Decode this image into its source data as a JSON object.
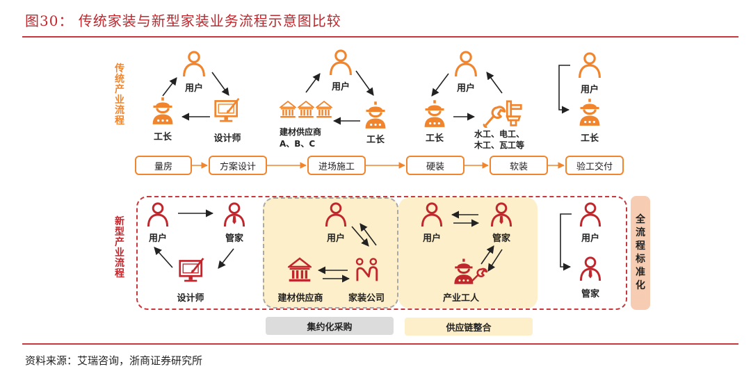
{
  "figure": {
    "title": "图30：  传统家装与新型家装业务流程示意图比较",
    "source": "资料来源：艾瑞咨询，浙商证券研究所"
  },
  "colors": {
    "accent_red": "#c0272d",
    "traditional_orange": "#f0852d",
    "highlight_yellow": "#fdefc9",
    "highlight_gray": "#dcdcdc",
    "side_bar_peach": "#f6cdb2"
  },
  "traditional": {
    "label": "传统产业流程",
    "label_chars": [
      "传",
      "统",
      "产",
      "业",
      "流",
      "程"
    ],
    "groups": [
      {
        "nodes": [
          {
            "label": "用户",
            "icon": "user-icon"
          },
          {
            "label": "设计师",
            "icon": "monitor-design-icon"
          },
          {
            "label": "工长",
            "icon": "foreman-icon"
          }
        ],
        "flow": [
          "工长 → 用户",
          "用户 → 设计师",
          "设计师 → 工长"
        ]
      },
      {
        "nodes": [
          {
            "label": "用户",
            "icon": "user-icon"
          },
          {
            "label": "工长",
            "icon": "foreman-icon"
          },
          {
            "label": "建材供应商",
            "sublabel": "A、B、C",
            "icon": "building-supplier-icon"
          }
        ],
        "flow": [
          "建材供应商 → 用户",
          "用户 → 工长",
          "工长 → 建材供应商"
        ]
      },
      {
        "nodes": [
          {
            "label": "用户",
            "icon": "user-icon"
          },
          {
            "label": "工长",
            "icon": "foreman-icon"
          },
          {
            "label": "水工、电工、",
            "sublabel": "木工、瓦工等",
            "icon": "tools-icon"
          }
        ],
        "flow": [
          "用户 → 工长",
          "工长 → 水工等",
          "水工等 → 用户"
        ]
      },
      {
        "nodes": [
          {
            "label": "用户",
            "icon": "user-icon"
          },
          {
            "label": "工长",
            "icon": "foreman-icon"
          }
        ],
        "flow": [
          "用户 → 工长"
        ]
      }
    ],
    "steps": [
      "量房",
      "方案设计",
      "进场施工",
      "硬装",
      "软装",
      "验工交付"
    ]
  },
  "modern": {
    "label": "新型产业流程",
    "label_chars": [
      "新",
      "型",
      "产",
      "业",
      "流",
      "程"
    ],
    "groups": [
      {
        "nodes": [
          {
            "label": "用户",
            "icon": "user-icon"
          },
          {
            "label": "管家",
            "icon": "butler-icon"
          },
          {
            "label": "设计师",
            "icon": "monitor-design-icon"
          }
        ],
        "flow": [
          "用户 → 管家",
          "管家 → 设计师",
          "设计师 → 用户"
        ]
      },
      {
        "nodes": [
          {
            "label": "用户",
            "icon": "user-icon"
          },
          {
            "label": "建材供应商",
            "icon": "building-supplier-icon"
          },
          {
            "label": "家装公司",
            "icon": "company-icon"
          }
        ],
        "flow": [
          "用户 ⇄ 家装公司",
          "建材供应商 ⇄ 家装公司"
        ]
      },
      {
        "nodes": [
          {
            "label": "用户",
            "icon": "user-icon"
          },
          {
            "label": "管家",
            "icon": "butler-icon"
          },
          {
            "label": "产业工人",
            "icon": "industrial-worker-icon"
          }
        ],
        "flow": [
          "用户 ⇄ 管家",
          "管家 ⇄ 产业工人"
        ]
      },
      {
        "nodes": [
          {
            "label": "用户",
            "icon": "user-icon"
          },
          {
            "label": "管家",
            "icon": "butler-icon"
          }
        ],
        "flow": [
          "用户 → 管家"
        ]
      }
    ],
    "side_label_chars": [
      "全",
      "流",
      "程",
      "标",
      "准",
      "化"
    ],
    "tags": [
      "集约化采购",
      "供应链整合"
    ]
  }
}
